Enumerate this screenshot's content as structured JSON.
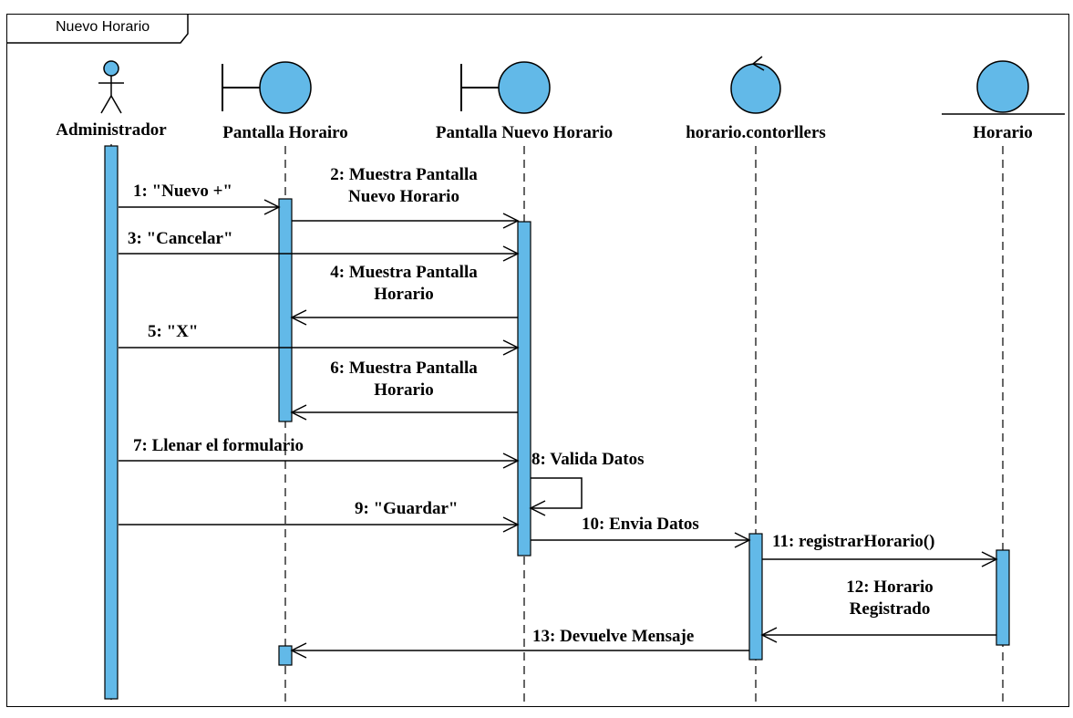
{
  "frame": {
    "title": "Nuevo Horario"
  },
  "colors": {
    "fill": "#62b9e8",
    "stroke": "#000000"
  },
  "lifelines": [
    {
      "name": "Administrador",
      "kind": "actor"
    },
    {
      "name": "Pantalla Horairo",
      "kind": "boundary"
    },
    {
      "name": "Pantalla Nuevo Horario",
      "kind": "boundary"
    },
    {
      "name": "horario.contorllers",
      "kind": "control"
    },
    {
      "name": "Horario",
      "kind": "entity"
    }
  ],
  "messages": [
    {
      "n": 1,
      "text": "1: \"Nuevo +\"",
      "from": "Administrador",
      "to": "Pantalla Horairo",
      "kind": "call"
    },
    {
      "n": 2,
      "text": "2: Muestra Pantalla Nuevo Horario",
      "from": "Pantalla Horairo",
      "to": "Pantalla Nuevo Horario",
      "kind": "call"
    },
    {
      "n": 3,
      "text": "3: \"Cancelar\"",
      "from": "Administrador",
      "to": "Pantalla Nuevo Horario",
      "kind": "call"
    },
    {
      "n": 4,
      "text": "4: Muestra Pantalla Horario",
      "from": "Pantalla Nuevo Horario",
      "to": "Pantalla Horairo",
      "kind": "call"
    },
    {
      "n": 5,
      "text": "5: \"X\"",
      "from": "Administrador",
      "to": "Pantalla Nuevo Horario",
      "kind": "call"
    },
    {
      "n": 6,
      "text": "6: Muestra Pantalla Horario",
      "from": "Pantalla Nuevo Horario",
      "to": "Pantalla Horairo",
      "kind": "call"
    },
    {
      "n": 7,
      "text": "7: Llenar el formulario",
      "from": "Administrador",
      "to": "Pantalla Nuevo Horario",
      "kind": "call"
    },
    {
      "n": 8,
      "text": "8: Valida Datos",
      "from": "Pantalla Nuevo Horario",
      "to": "Pantalla Nuevo Horario",
      "kind": "self"
    },
    {
      "n": 9,
      "text": "9: \"Guardar\"",
      "from": "Administrador",
      "to": "Pantalla Nuevo Horario",
      "kind": "call"
    },
    {
      "n": 10,
      "text": "10: Envia Datos",
      "from": "Pantalla Nuevo Horario",
      "to": "horario.contorllers",
      "kind": "call"
    },
    {
      "n": 11,
      "text": "11: registrarHorario()",
      "from": "horario.contorllers",
      "to": "Horario",
      "kind": "call"
    },
    {
      "n": 12,
      "text": "12: Horario Registrado",
      "from": "Horario",
      "to": "horario.contorllers",
      "kind": "call"
    },
    {
      "n": 13,
      "text": "13: Devuelve Mensaje",
      "from": "horario.contorllers",
      "to": "Pantalla Horairo",
      "kind": "call"
    }
  ]
}
